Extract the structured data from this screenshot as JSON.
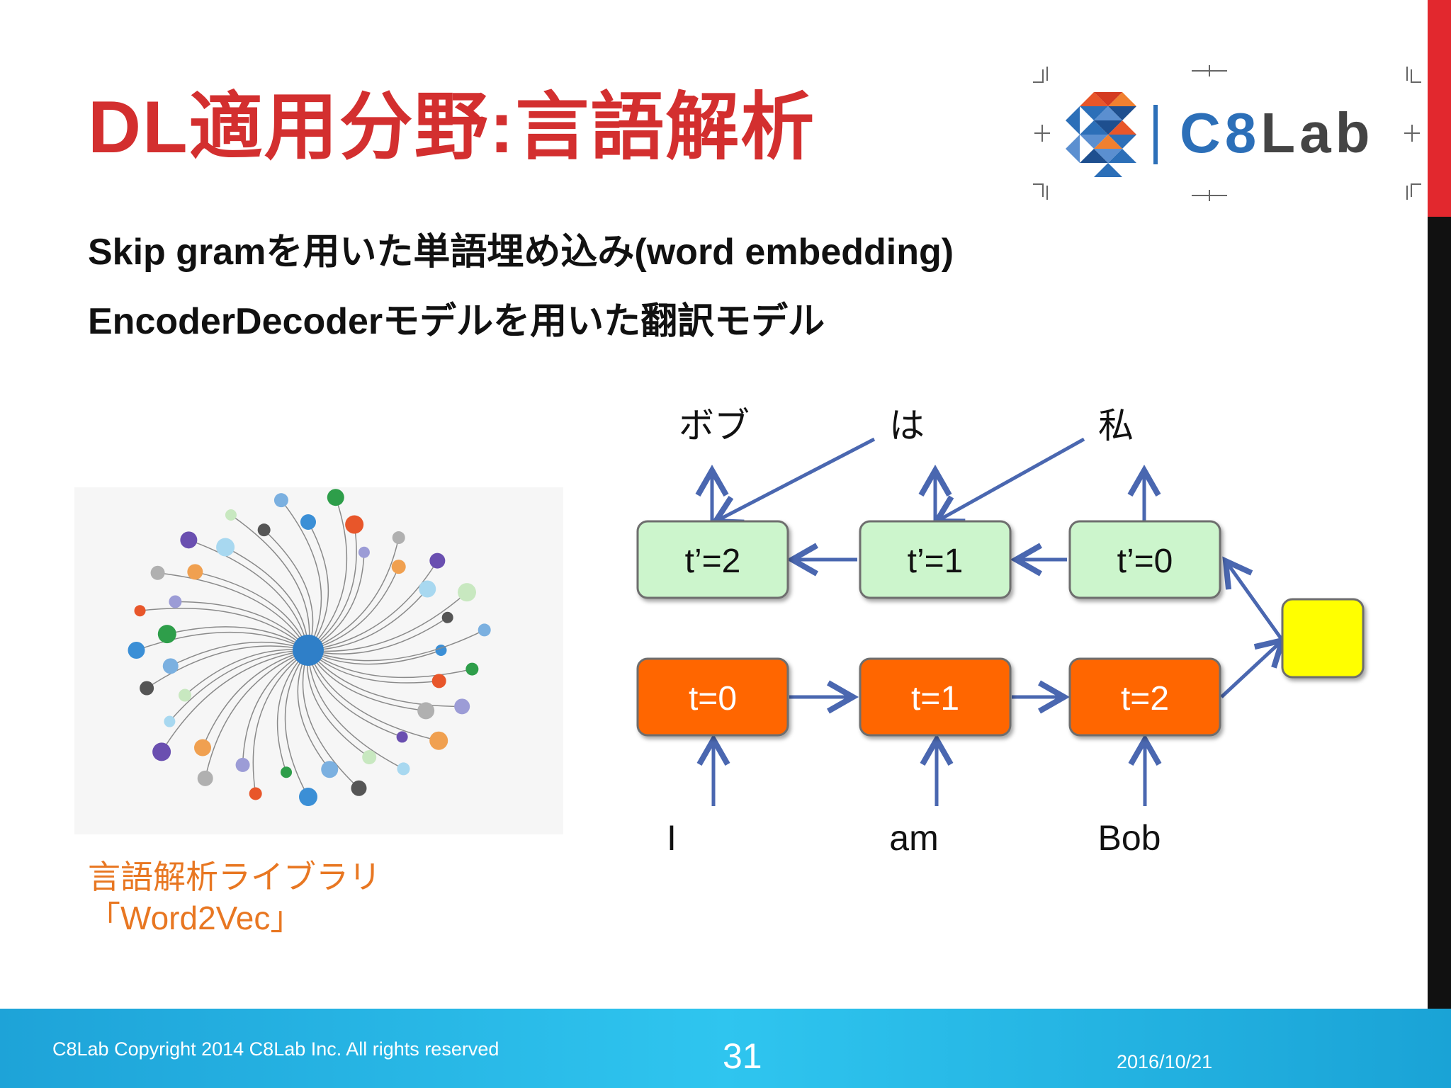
{
  "slide": {
    "title": "DL適用分野:言語解析",
    "bullets": [
      "Skip gramを用いた単語埋め込み(word embedding)",
      "EncoderDecoderモデルを用いた翻訳モデル"
    ],
    "logo": {
      "c8": "C8",
      "lab": "Lab"
    },
    "caption_line1": "言語解析ライブラリ",
    "caption_line2": "「Word2Vec」"
  },
  "diagram": {
    "decoder": [
      "t’=2",
      "t’=1",
      "t’=0"
    ],
    "encoder": [
      "t=0",
      "t=1",
      "t=2"
    ],
    "outputs": [
      "ボブ",
      "は",
      "私"
    ],
    "inputs": [
      "I",
      "am",
      "Bob"
    ],
    "colors": {
      "decoder_fill": "#ccf5cc",
      "encoder_fill": "#ff6600",
      "context_fill": "#ffff00",
      "arrow": "#4a67b0"
    }
  },
  "footer": {
    "copyright": "C8Lab Copyright 2014 C8Lab  Inc. All rights reserved",
    "page": "31",
    "date": "2016/10/21"
  }
}
